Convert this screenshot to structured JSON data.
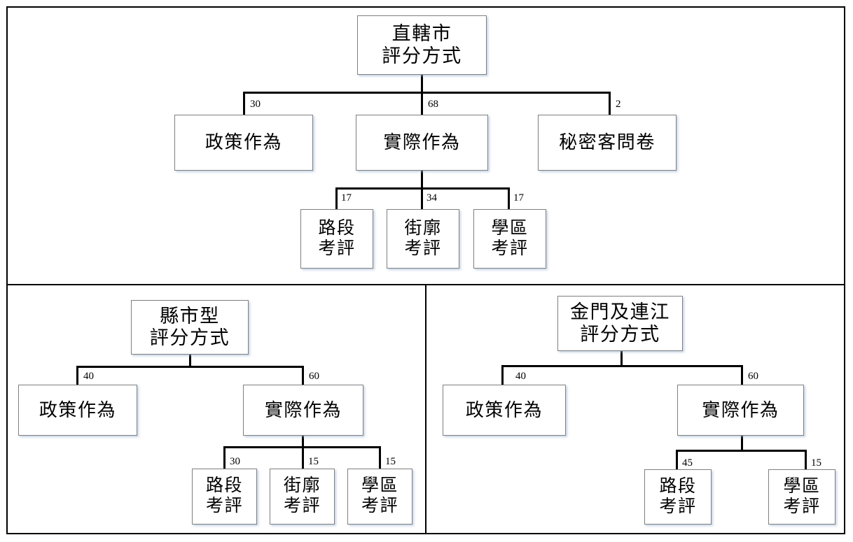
{
  "figure": {
    "type": "tree-diagram",
    "description": "Three scoring-method hierarchy trees separated by panel borders"
  },
  "panels": [
    {
      "id": "municipality",
      "root": {
        "line1": "直轄市",
        "line2": "評分方式"
      },
      "children": [
        {
          "label": "政策作為",
          "weight": "30"
        },
        {
          "label": "實際作為",
          "weight": "68"
        },
        {
          "label": "秘密客問卷",
          "weight": "2"
        }
      ],
      "grandchildren": [
        {
          "line1": "路段",
          "line2": "考評",
          "weight": "17"
        },
        {
          "line1": "街廓",
          "line2": "考評",
          "weight": "34"
        },
        {
          "line1": "學區",
          "line2": "考評",
          "weight": "17"
        }
      ]
    },
    {
      "id": "county-city",
      "root": {
        "line1": "縣市型",
        "line2": "評分方式"
      },
      "children": [
        {
          "label": "政策作為",
          "weight": "40"
        },
        {
          "label": "實際作為",
          "weight": "60"
        }
      ],
      "grandchildren": [
        {
          "line1": "路段",
          "line2": "考評",
          "weight": "30"
        },
        {
          "line1": "街廓",
          "line2": "考評",
          "weight": "15"
        },
        {
          "line1": "學區",
          "line2": "考評",
          "weight": "15"
        }
      ]
    },
    {
      "id": "kinmen-lienchiang",
      "root": {
        "line1": "金門及連江",
        "line2": "評分方式"
      },
      "children": [
        {
          "label": "政策作為",
          "weight": "40"
        },
        {
          "label": "實際作為",
          "weight": "60"
        }
      ],
      "grandchildren": [
        {
          "line1": "路段",
          "line2": "考評",
          "weight": "45"
        },
        {
          "line1": "學區",
          "line2": "考評",
          "weight": "15"
        }
      ]
    }
  ],
  "colors": {
    "box_border": "#808080",
    "box_fill": "#ffffff",
    "connector": "#000000",
    "frame": "#000000",
    "shadow": "#96afd2"
  }
}
